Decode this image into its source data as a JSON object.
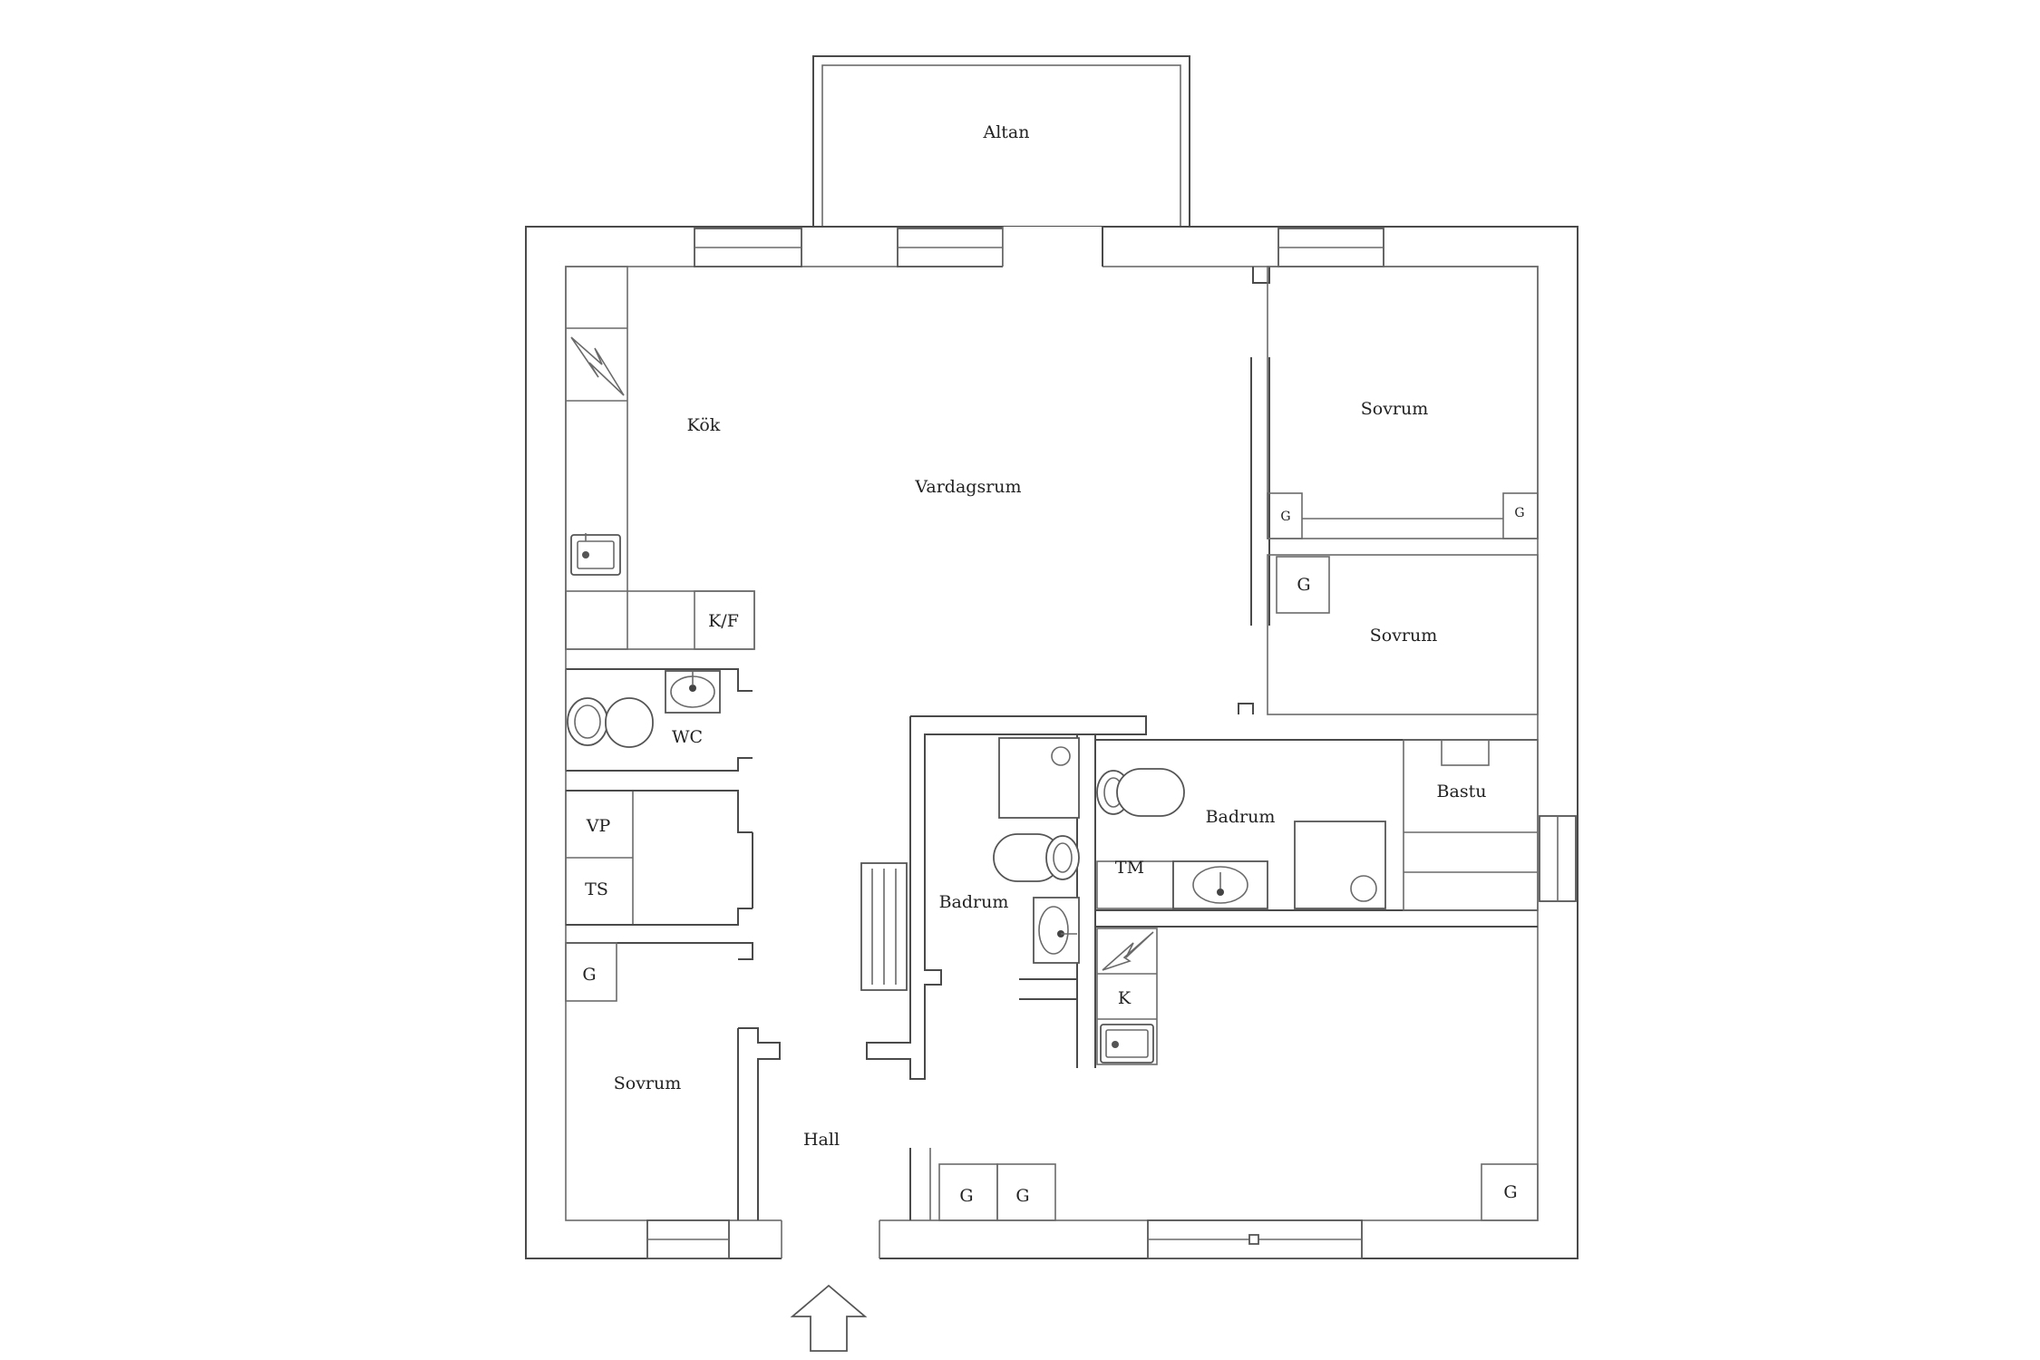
{
  "rooms": {
    "altan": "Altan",
    "kok": "Kök",
    "vardagsrum": "Vardagsrum",
    "sovrum_1": "Sovrum",
    "sovrum_2": "Sovrum",
    "sovrum_3": "Sovrum",
    "wc": "WC",
    "badrum_1": "Badrum",
    "badrum_2": "Badrum",
    "bastu": "Bastu",
    "hall": "Hall"
  },
  "fixtures": {
    "kf": "K/F",
    "vp": "VP",
    "ts": "TS",
    "tm": "TM",
    "k": "K",
    "g": "G"
  },
  "icons": [
    "stove-icon",
    "sink-icon",
    "toilet-icon",
    "washbasin-icon",
    "shower-icon",
    "radiator-icon",
    "entrance-arrow-icon"
  ]
}
